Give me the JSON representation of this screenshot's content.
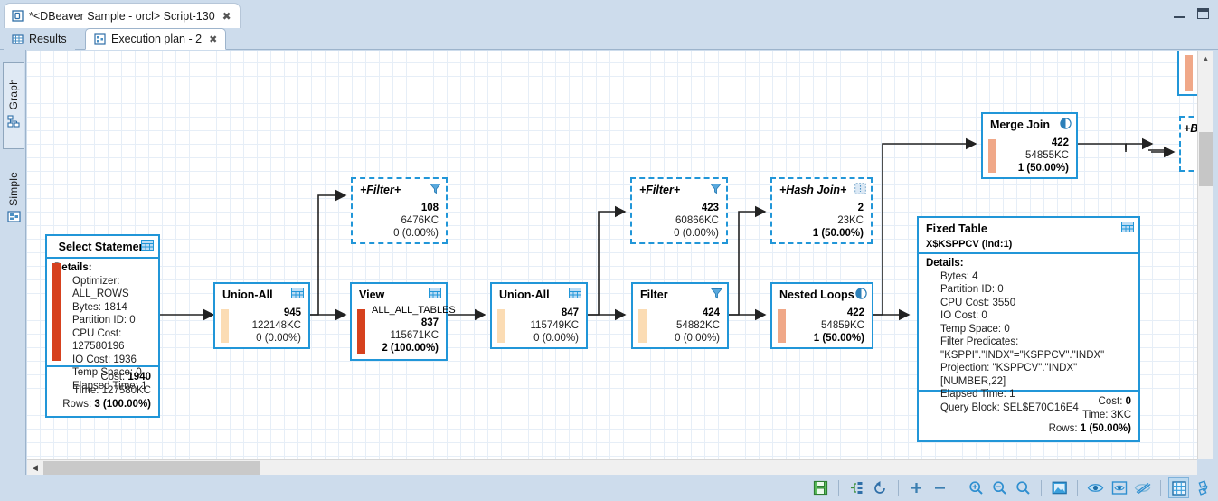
{
  "window": {
    "title": "*<DBeaver Sample - orcl> Script-130",
    "title_icon": "script-icon",
    "close_label": "✖",
    "minimize_label": "minimize",
    "maximize_label": "maximize"
  },
  "tabs": [
    {
      "label": "Results",
      "icon": "grid-icon",
      "active": false
    },
    {
      "label": "Execution plan - 2",
      "icon": "plan-icon",
      "active": true,
      "close_label": "✖"
    }
  ],
  "side_rail": [
    {
      "label": "Graph",
      "icon": "graph-icon",
      "active": true
    },
    {
      "label": "Simple",
      "icon": "simple-icon",
      "active": false
    }
  ],
  "plan_nodes": [
    {
      "id": "select-statement",
      "title": "Select Statement",
      "icon": "table-icon",
      "accent": "red",
      "style": "solid",
      "details_title": "Details:",
      "details": [
        "Optimizer: ALL_ROWS",
        "Bytes: 1814",
        "Partition ID: 0",
        "CPU Cost: 127580196",
        "IO Cost: 1936",
        "Temp Space: 0",
        "Elapsed Time: 1"
      ],
      "footer": [
        {
          "label": "Cost:",
          "value": "1940"
        },
        {
          "label": "Time:",
          "value": "127580KC"
        },
        {
          "label": "Rows:",
          "value": "3 (100.00%)"
        }
      ]
    },
    {
      "id": "union-all-1",
      "title": "Union-All",
      "icon": "table-icon",
      "accent": "cream",
      "style": "solid",
      "cost": "945",
      "time": "122148KC",
      "rows": "0 (0.00%)"
    },
    {
      "id": "filter-plus-1",
      "title": "+Filter+",
      "icon": "funnel-icon",
      "accent": "none",
      "style": "dashed",
      "italic": true,
      "cost": "108",
      "time": "6476KC",
      "rows": "0 (0.00%)"
    },
    {
      "id": "view",
      "title": "View",
      "subtitle": "ALL_ALL_TABLES",
      "icon": "table-icon",
      "accent": "red",
      "style": "solid",
      "cost": "837",
      "time": "115671KC",
      "rows": "2 (100.00%)"
    },
    {
      "id": "union-all-2",
      "title": "Union-All",
      "icon": "table-icon",
      "accent": "cream",
      "style": "solid",
      "cost": "847",
      "time": "115749KC",
      "rows": "0 (0.00%)"
    },
    {
      "id": "filter-plus-2",
      "title": "+Filter+",
      "icon": "funnel-icon",
      "accent": "none",
      "style": "dashed",
      "italic": true,
      "cost": "423",
      "time": "60866KC",
      "rows": "0 (0.00%)"
    },
    {
      "id": "filter",
      "title": "Filter",
      "icon": "funnel-icon",
      "accent": "cream",
      "style": "solid",
      "cost": "424",
      "time": "54882KC",
      "rows": "0 (0.00%)"
    },
    {
      "id": "hash-join-plus",
      "title": "+Hash Join+",
      "icon": "join-icon",
      "accent": "none",
      "style": "dashed",
      "italic": true,
      "cost": "2",
      "time": "23KC",
      "rows": "1 (50.00%)"
    },
    {
      "id": "nested-loops",
      "title": "Nested Loops",
      "icon": "circle-half-icon",
      "accent": "peach",
      "style": "solid",
      "cost": "422",
      "time": "54859KC",
      "rows": "1 (50.00%)"
    },
    {
      "id": "merge-join",
      "title": "Merge Join",
      "icon": "circle-half-icon",
      "accent": "peach",
      "style": "solid",
      "cost": "422",
      "time": "54855KC",
      "rows": "1 (50.00%)"
    },
    {
      "id": "fixed-table",
      "title": "Fixed Table",
      "subtitle": "X$KSPPCV (ind:1)",
      "icon": "table-icon",
      "accent": "none",
      "style": "solid",
      "details_title": "Details:",
      "details": [
        "Bytes: 4",
        "Partition ID: 0",
        "CPU Cost: 3550",
        "IO Cost: 0",
        "Temp Space: 0",
        "Filter Predicates: \"KSPPI\".\"INDX\"=\"KSPPCV\".\"INDX\"",
        "Projection: \"KSPPCV\".\"INDX\"[NUMBER,22]",
        "Elapsed Time: 1",
        "Query Block: SEL$E70C16E4"
      ],
      "footer": [
        {
          "label": "Cost:",
          "value": "0"
        },
        {
          "label": "Time:",
          "value": "3KC"
        },
        {
          "label": "Rows:",
          "value": "1 (50.00%)"
        }
      ]
    },
    {
      "id": "clipped-node-right",
      "title": "+B",
      "style": "dashed",
      "italic": true,
      "clipped": true
    }
  ],
  "toolbar": [
    {
      "name": "save-icon",
      "selected": false
    },
    {
      "name": "sep-1",
      "separator": true
    },
    {
      "name": "layout-icon",
      "selected": false
    },
    {
      "name": "refresh-icon",
      "selected": false
    },
    {
      "name": "sep-2",
      "separator": true
    },
    {
      "name": "expand-all-icon",
      "selected": false
    },
    {
      "name": "collapse-all-icon",
      "selected": false
    },
    {
      "name": "sep-3",
      "separator": true
    },
    {
      "name": "zoom-in-icon",
      "selected": false
    },
    {
      "name": "zoom-out-icon",
      "selected": false
    },
    {
      "name": "zoom-reset-icon",
      "selected": false
    },
    {
      "name": "sep-4",
      "separator": true
    },
    {
      "name": "fit-window-icon",
      "selected": false
    },
    {
      "name": "sep-5",
      "separator": true
    },
    {
      "name": "show-all-icon",
      "selected": false
    },
    {
      "name": "highlight-icon",
      "selected": false
    },
    {
      "name": "hide-icon",
      "selected": false
    },
    {
      "name": "sep-6",
      "separator": true
    },
    {
      "name": "grid-toggle-icon",
      "selected": true
    },
    {
      "name": "rotate-icon",
      "selected": false
    }
  ],
  "scrollbars": {
    "vertical_up": "▲",
    "horizontal_left": "◀"
  },
  "colors": {
    "accent_blue": "#2196d8",
    "chrome_blue": "#cddcec",
    "accent_red": "#d6411e",
    "accent_peach": "#f0a888",
    "accent_cream": "#fbdcb4",
    "grid_minor": "#e6eef7",
    "grid_major": "#c8d8e8"
  }
}
